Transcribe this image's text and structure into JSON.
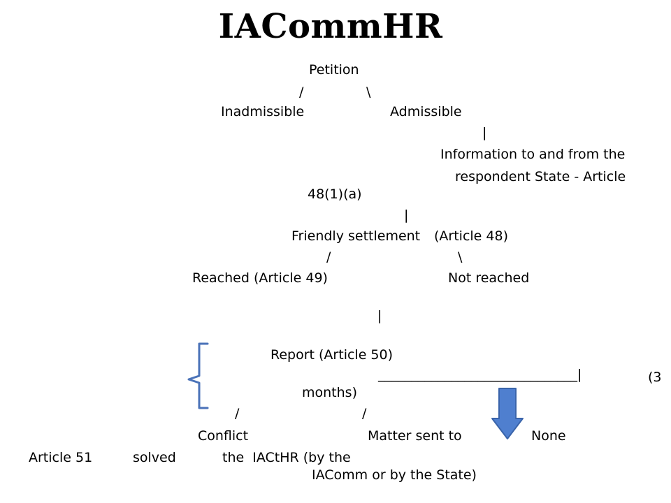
{
  "title": "IACommHR",
  "nodes": {
    "petition": "Petition",
    "fork1_left": "/",
    "fork1_right": "\\",
    "inadmissible": "Inadmissible",
    "admissible": "Admissible",
    "pipe1": "|",
    "information_line1": "Information to and from the",
    "information_line2": "respondent State - Article",
    "information_line3": "48(1)(a)",
    "pipe2": "|",
    "friendly_settlement": "Friendly settlement",
    "friendly_settlement_article": "(Article 48)",
    "fork2_left": "/",
    "fork2_right": "\\",
    "reached": "Reached (Article 49)",
    "not_reached": "Not reached",
    "pipe3": "|",
    "report": "Report (Article 50)",
    "underline_bar": "______________________________|",
    "three_months_a": "(3",
    "three_months_b": "months)",
    "fork3_left": "/",
    "fork3_right": "/",
    "conflict": "Conflict",
    "matter_sent_to": "Matter sent to",
    "none": "None",
    "article_51": "Article 51",
    "solved": "solved",
    "the_iacthr": "the  IACtHR (by the",
    "iacomm_or_state": "IAComm or by the State)"
  },
  "colors": {
    "text": "#000000",
    "bracket": "#4a72b8",
    "arrow_fill": "#4f7fcf",
    "arrow_stroke": "#3a64aa"
  },
  "decorations": {
    "bracket": "left-curly-bracket",
    "arrow": "down-arrow-icon"
  }
}
